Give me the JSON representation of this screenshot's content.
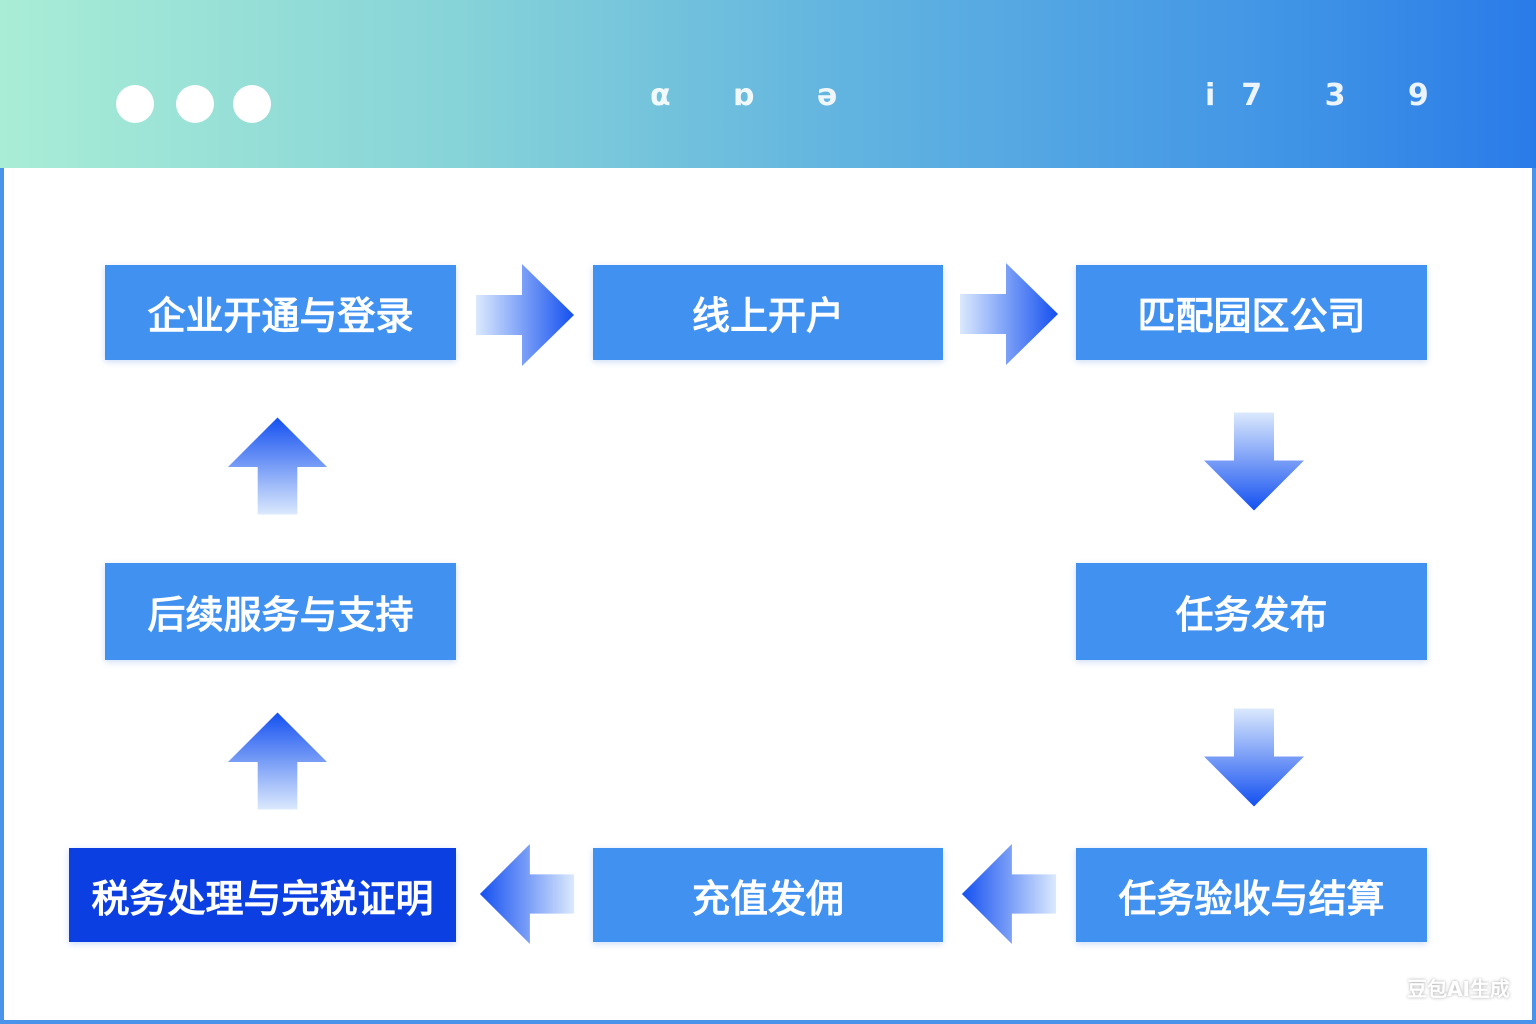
{
  "header": {
    "left_text": "α ɒ ə",
    "right_text": "i7 3 9"
  },
  "steps": [
    "企业开通与登录",
    "线上开户",
    "匹配园区公司",
    "任务发布",
    "任务验收与结算",
    "充值发佣",
    "税务处理与完税证明",
    "后续服务与支持"
  ],
  "watermark": "豆包AI生成",
  "colors": {
    "box": "#4191f0",
    "highlight": "#0c3fe2",
    "arrow": "#1f5ff0"
  }
}
